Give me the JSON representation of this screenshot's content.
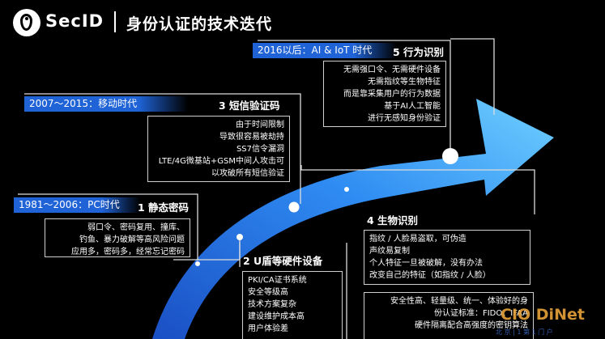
{
  "header": {
    "logo_text": "SecID",
    "title": "身份认证的技术迭代"
  },
  "stages": [
    {
      "era": "1981～2006：PC时代",
      "name": "1 静态密码",
      "lines": [
        "弱口令、密码复用、撞库、",
        "钓鱼、暴力破解等高风险问题",
        "应用多，密码多，经常忘记密码"
      ]
    },
    {
      "era": "",
      "name": "2 U盾等硬件设备",
      "lines": [
        "PKI/CA证书系统",
        "安全等级高",
        "技术方案复杂",
        "建设维护成本高",
        "用户体验差"
      ]
    },
    {
      "era": "2007～2015：移动时代",
      "name": "3 短信验证码",
      "lines": [
        "由于时间限制",
        "导致很容易被劫持",
        "SS7信令漏洞",
        "LTE/4G微基站+GSM中间人攻击可",
        "以攻破所有短信验证"
      ]
    },
    {
      "era": "",
      "name": "4 生物识别",
      "lines": [
        "指纹 / 人脸易盗取，可伪造",
        "声纹易复制",
        "个人特征一旦被破解，没有办法",
        "改变自己的特征（如指纹 / 人脸）"
      ],
      "extra_lines": [
        "安全性高、轻量级、统一、体验好的身",
        "份认证标准：FIDO、IFAA",
        "硬件隔离配合高强度的密钥算法"
      ]
    },
    {
      "era": "2016以后：AI & IoT 时代",
      "name": "5 行为识别",
      "lines": [
        "无需强口令、无需硬件设备",
        "无需指纹等生物特征",
        "而是靠采集用户的行为数据",
        "基于AI人工智能",
        "进行无感知身份验证"
      ]
    }
  ],
  "watermark": {
    "brand": "CIO DiNet",
    "sub": "北 京 | 1 第 1 门 户"
  },
  "colors": {
    "accent": "#1f63d6",
    "background": "#000000",
    "line": "#dcdcdc"
  }
}
